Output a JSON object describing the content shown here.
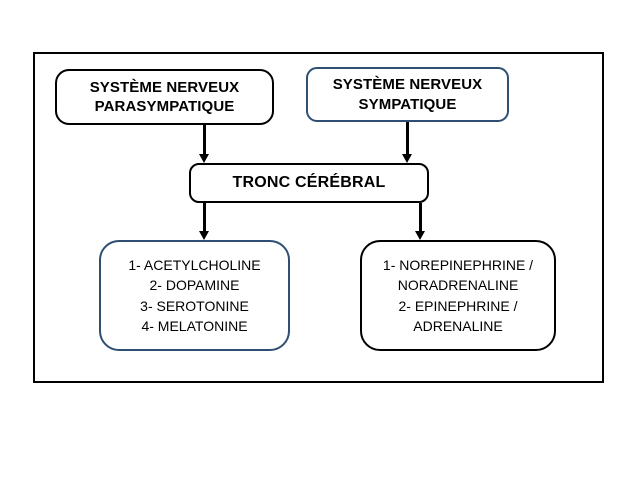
{
  "diagram": {
    "title": "Autonomic nervous system neurotransmitters diagram",
    "colors": {
      "frame_border": "#000000",
      "black_node_border": "#000000",
      "blue_node_border": "#2e4f72",
      "arrow": "#000000",
      "background": "#ffffff",
      "text": "#000000"
    },
    "nodes": {
      "parasympathetic": {
        "label": "SYSTÈME NERVEUX\nPARASYMPATIQUE",
        "border_color": "#000000"
      },
      "sympathetic": {
        "label": "SYSTÈME NERVEUX\nSYMPATIQUE",
        "border_color": "#2e4f72"
      },
      "brainstem": {
        "label": "TRONC CÉRÉBRAL",
        "border_color": "#000000"
      },
      "parasympathetic_transmitters": {
        "label": "1- ACETYLCHOLINE\n2-   DOPAMINE\n3- SEROTONINE\n4- MELATONINE",
        "items": [
          "1- ACETYLCHOLINE",
          "2-   DOPAMINE",
          "3- SEROTONINE",
          "4- MELATONINE"
        ],
        "border_color": "#2e4f72"
      },
      "sympathetic_transmitters": {
        "label": "1- NOREPINEPHRINE /\nNORADRENALINE\n2-  EPINEPHRINE /\nADRENALINE",
        "items": [
          "1- NOREPINEPHRINE /",
          "NORADRENALINE",
          "2-  EPINEPHRINE /",
          "ADRENALINE"
        ],
        "border_color": "#000000"
      }
    },
    "arrows": [
      {
        "name": "parasympathetic-to-brainstem",
        "from": "parasympathetic",
        "to": "brainstem",
        "direction": "down"
      },
      {
        "name": "sympathetic-to-brainstem",
        "from": "sympathetic",
        "to": "brainstem",
        "direction": "down"
      },
      {
        "name": "brainstem-to-parasympathetic-transmitters",
        "from": "brainstem",
        "to": "parasympathetic_transmitters",
        "direction": "down"
      },
      {
        "name": "brainstem-to-sympathetic-transmitters",
        "from": "brainstem",
        "to": "sympathetic_transmitters",
        "direction": "down"
      }
    ]
  }
}
